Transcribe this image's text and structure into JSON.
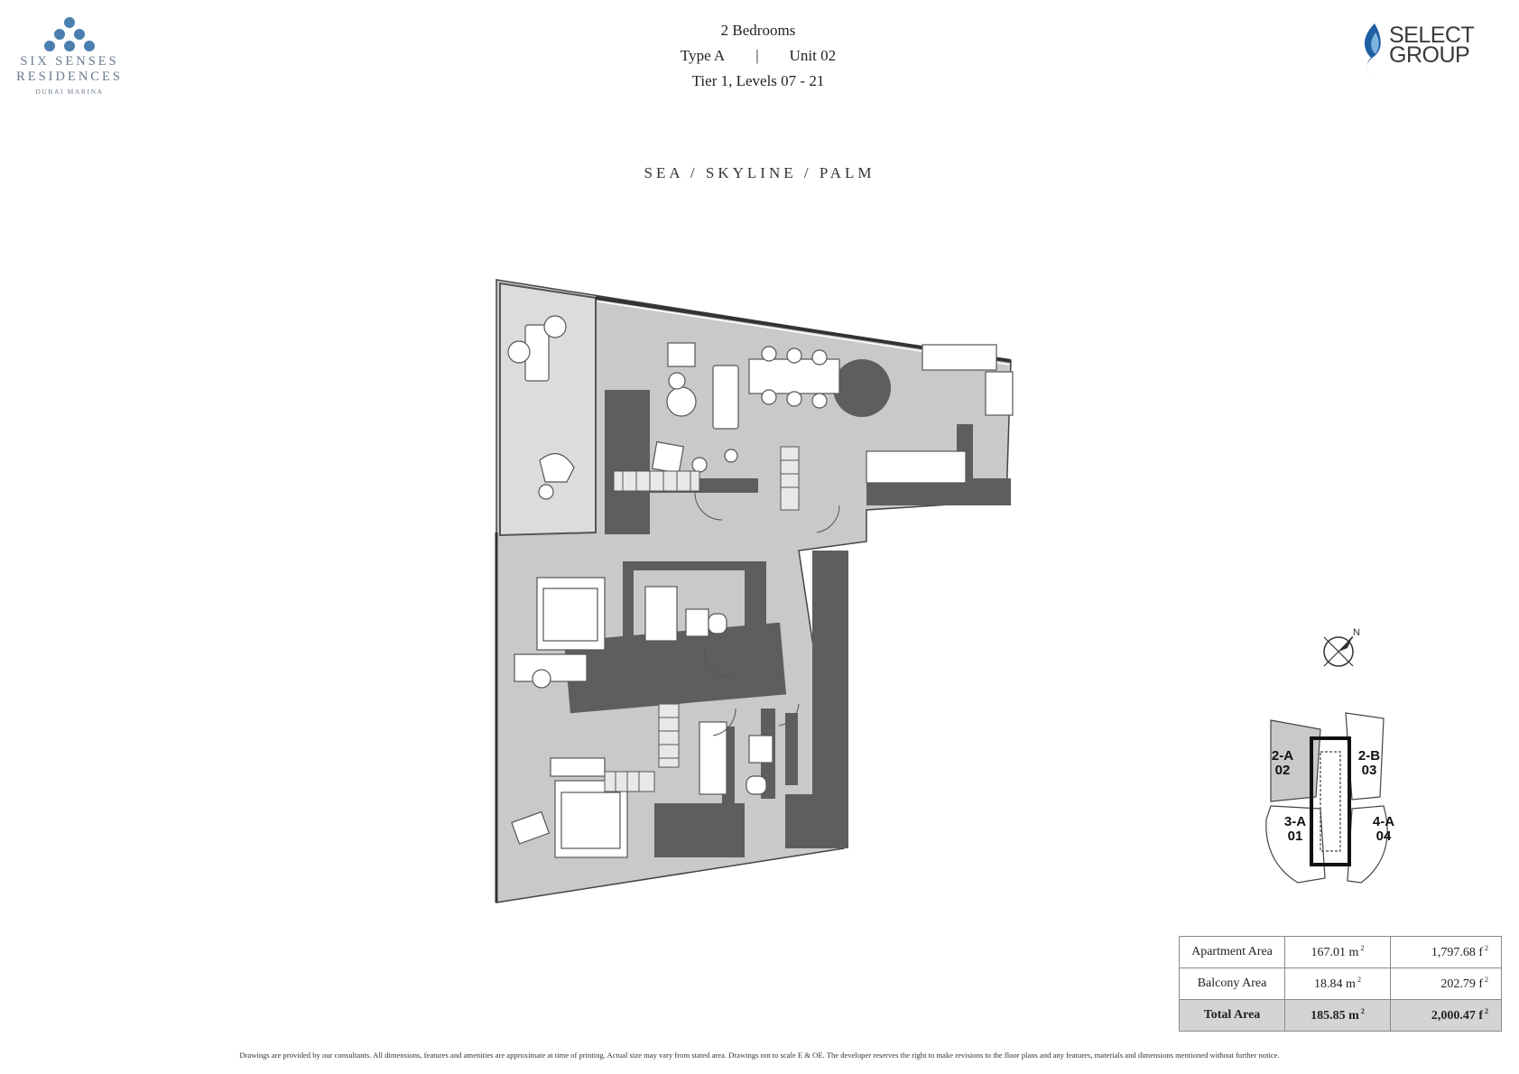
{
  "brand": {
    "line1": "SIX SENSES",
    "line2": "RESIDENCES",
    "line3": "DUBAI MARINA",
    "dot_color": "#4a7fb0"
  },
  "developer": {
    "line1": "SELECT",
    "line2": "GROUP",
    "accent": "#1f5fa3"
  },
  "header": {
    "bedrooms": "2 Bedrooms",
    "type": "Type A",
    "separator": "|",
    "unit": "Unit 02",
    "tier": "Tier 1, Levels 07 - 21"
  },
  "view": "SEA / SKYLINE / PALM",
  "compass": {
    "label": "N",
    "icon": "compass-icon"
  },
  "keyplan": {
    "units": [
      {
        "code": "2-A",
        "number": "02"
      },
      {
        "code": "2-B",
        "number": "03"
      },
      {
        "code": "3-A",
        "number": "01"
      },
      {
        "code": "4-A",
        "number": "04"
      }
    ]
  },
  "areas": {
    "rows": [
      {
        "label": "Apartment Area",
        "m2": "167.01 m",
        "ft2": "1,797.68 f"
      },
      {
        "label": "Balcony Area",
        "m2": "18.84 m",
        "ft2": "202.79 f"
      },
      {
        "label": "Total Area",
        "m2": "185.85 m",
        "ft2": "2,000.47 f"
      }
    ],
    "sup": "2"
  },
  "disclaimer": "Drawings are provided by our consultants. All dimensions, features and amenities are approximate at time of printing.  Actual size may vary from stated area. Drawings not to scale E & OE. The developer reserves the right to make revisions to the floor plans and any features, materials and dimensions mentioned without further notice.",
  "colors": {
    "wall": "#5e5e61",
    "floor": "#c9c9c9",
    "balcony": "#dcdcdc"
  }
}
